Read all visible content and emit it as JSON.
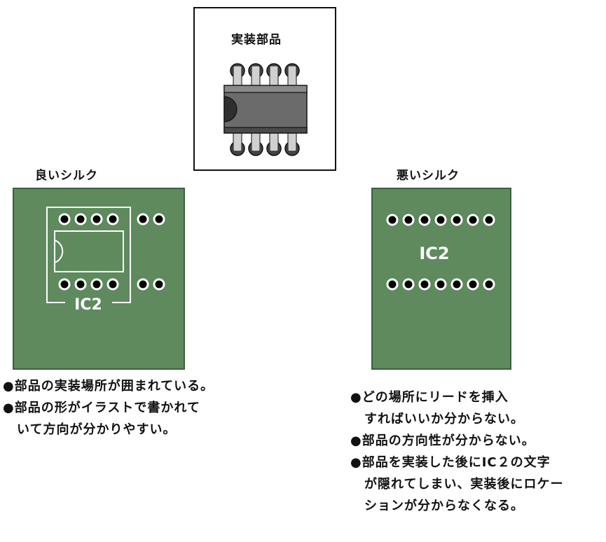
{
  "component_box": {
    "title": "実装部品"
  },
  "good": {
    "heading": "良いシルク",
    "silk_label": "IC2",
    "notes": [
      {
        "bullet": "●",
        "lines": [
          "部品の実装場所が囲まれている。"
        ]
      },
      {
        "bullet": "●",
        "lines": [
          "部品の形がイラストで書かれて",
          "いて方向が分かりやすい。"
        ]
      }
    ]
  },
  "bad": {
    "heading": "悪いシルク",
    "silk_label": "IC2",
    "notes": [
      {
        "bullet": "●",
        "lines": [
          "どの場所にリードを挿入",
          "すればいいか分からない。"
        ]
      },
      {
        "bullet": "●",
        "lines": [
          "部品の方向性が分からない。"
        ]
      },
      {
        "bullet": "●",
        "lines": [
          "部品を実装した後にIC２の文字",
          "が隠れてしまい、実装後にロケー",
          "ションが分からなくなる。"
        ]
      }
    ]
  },
  "colors": {
    "pcb": "#5e8a5e",
    "pcb_border": "#3e5e3e",
    "silk": "#ffffff",
    "hole": "#000000",
    "chip_body": "#6b6b6b",
    "chip_dark": "#3a3a3a",
    "pin": "#bdbdbd"
  }
}
